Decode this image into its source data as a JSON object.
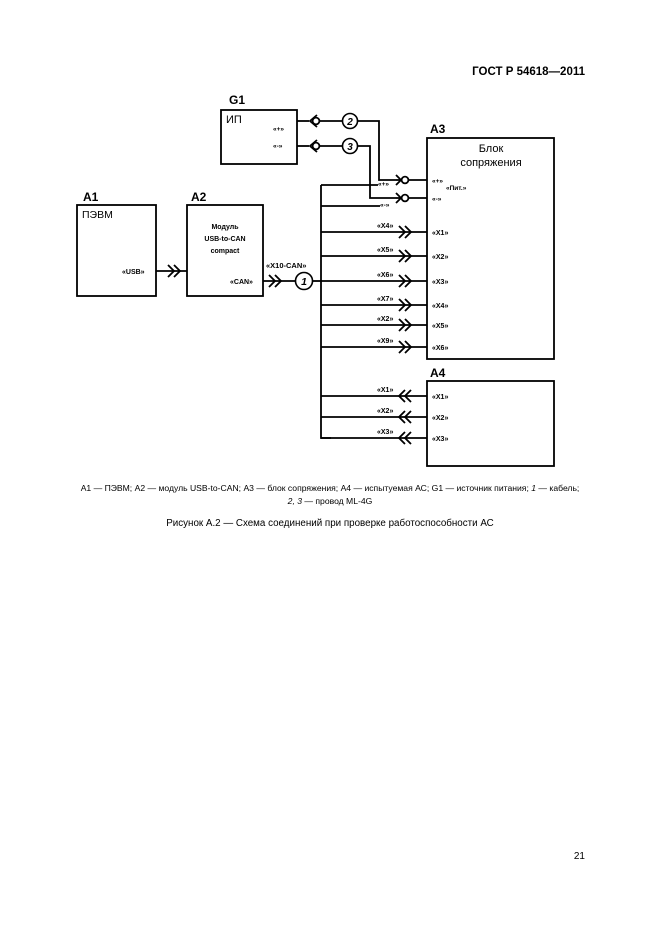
{
  "document": {
    "standard": "ГОСТ Р 54618—2011",
    "page_number": "21",
    "figure_title": "Рисунок А.2 — Схема соединений при проверке работоспособности АС",
    "legend_line1": "А1 — ПЭВМ; А2 — модуль USB-to-CAN; А3 — блок сопряжения; А4 — испытуемая АС; G1 — источник питания; ",
    "legend_cable_num": "1",
    "legend_cable_text": " — кабель;",
    "legend_wire_nums": "2, 3",
    "legend_wire_text": " — провод ML-4G"
  },
  "diagram": {
    "g1": {
      "ref": "G1",
      "label": "ИП",
      "port_plus": "«+»",
      "port_minus": "«-»"
    },
    "a1": {
      "ref": "А1",
      "label": "ПЭВМ",
      "port": "«USB»"
    },
    "a2": {
      "ref": "А2",
      "label_lines": [
        "Модуль",
        "USB-to-CAN",
        "compact"
      ],
      "port": "«CAN»"
    },
    "a3": {
      "ref": "А3",
      "label_lines": [
        "Блок",
        "сопряжения"
      ],
      "power_in_plus": "«+»",
      "power_in_minus": "«-»",
      "power_label": "«Пит.»",
      "right_ports": [
        "«X1»",
        "«X2»",
        "«X3»",
        "«X4»",
        "«X5»",
        "«X6»"
      ],
      "left_ports": [
        "«X4»",
        "«X5»",
        "«X6»",
        "«X7»",
        "«X2»",
        "«X9»"
      ],
      "supply_plus": "«+»",
      "supply_minus": "«-»"
    },
    "a4": {
      "ref": "А4",
      "left_ports": [
        "«X1»",
        "«X2»",
        "«X3»"
      ],
      "right_ports": [
        "«X1»",
        "«X2»",
        "«X3»"
      ]
    },
    "can_bus_label": "«X10-CAN»",
    "markers": {
      "cable": "1",
      "wire_plus": "2",
      "wire_minus": "3"
    }
  }
}
